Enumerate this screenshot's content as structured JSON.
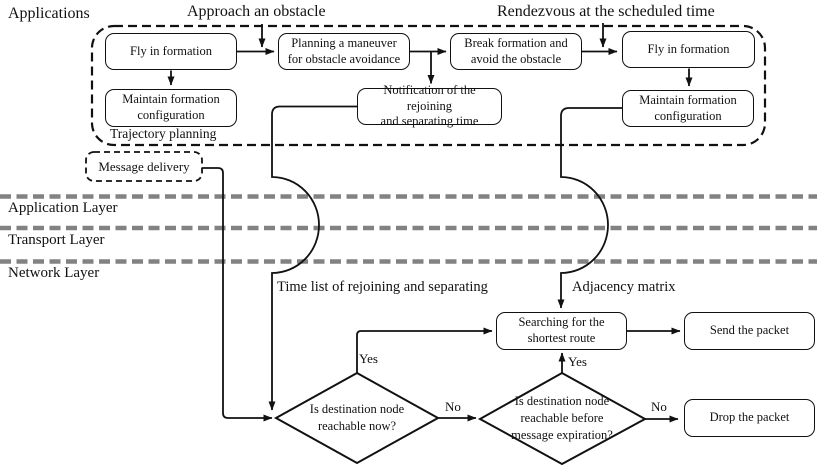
{
  "labels": {
    "applications": "Applications",
    "approach": "Approach an obstacle",
    "rendezvous": "Rendezvous at the scheduled time",
    "trajectory_planning": "Trajectory planning",
    "application_layer": "Application Layer",
    "transport_layer": "Transport Layer",
    "network_layer": "Network Layer",
    "time_list": "Time list of rejoining and separating",
    "adjacency_matrix": "Adjacency matrix",
    "yes_1": "Yes",
    "no_1": "No",
    "yes_2": "Yes",
    "no_2": "No"
  },
  "boxes": {
    "fly_in_formation_1": "Fly in formation",
    "planning_maneuver": [
      "Planning a maneuver",
      "for obstacle avoidance"
    ],
    "break_formation": [
      "Break formation and",
      "avoid the obstacle"
    ],
    "fly_in_formation_2": "Fly in formation",
    "maintain_formation_1": [
      "Maintain formation",
      "configuration"
    ],
    "notification": [
      "Notification of the rejoining",
      "and separating time"
    ],
    "maintain_formation_2": [
      "Maintain formation",
      "configuration"
    ],
    "message_delivery": "Message delivery",
    "searching_route": [
      "Searching for the",
      "shortest route"
    ],
    "send_packet": "Send the packet",
    "drop_packet": "Drop the packet"
  },
  "decisions": {
    "d1": [
      "Is destination node",
      "reachable now?"
    ],
    "d2": [
      "Is destination node",
      "reachable before",
      "message expiration?"
    ]
  },
  "colors": {
    "wire": "#111111",
    "layer_dash": "#828282",
    "box_border": "#111111",
    "background": "#ffffff",
    "text": "#111111"
  }
}
